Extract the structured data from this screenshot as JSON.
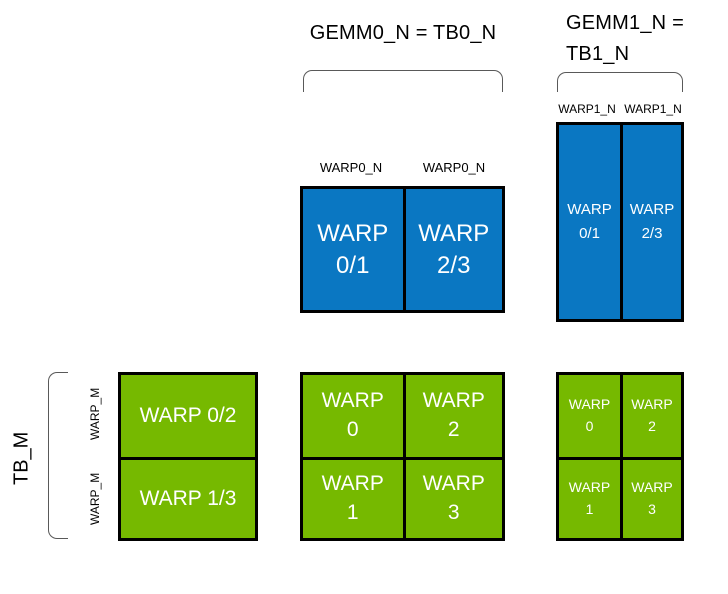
{
  "colors": {
    "blue": "#0A77C2",
    "green": "#76B900",
    "border": "#000000",
    "bracket": "#595959"
  },
  "titles": {
    "gemm0": "GEMM0_N = TB0_N",
    "gemm1": "GEMM1_N =\nTB1_N"
  },
  "axis_labels": {
    "tb_m": "TB_M",
    "warp_m_row0": "WARP_M",
    "warp_m_row1": "WARP_M",
    "warp0_n_col0": "WARP0_N",
    "warp0_n_col1": "WARP0_N",
    "warp1_n_col0": "WARP1_N",
    "warp1_n_col1": "WARP1_N"
  },
  "blocks": {
    "gemm0_accum_blue": {
      "cells": [
        "WARP\n0/1",
        "WARP\n2/3"
      ]
    },
    "gemm1_accum_blue": {
      "cells": [
        "WARP\n0/1",
        "WARP\n2/3"
      ]
    },
    "tb_left_green": {
      "cells": [
        "WARP 0/2",
        "WARP 1/3"
      ]
    },
    "gemm0_out_green": {
      "cells": [
        "WARP\n0",
        "WARP\n2",
        "WARP\n1",
        "WARP\n3"
      ]
    },
    "gemm1_out_green": {
      "cells": [
        "WARP\n0",
        "WARP\n2",
        "WARP\n1",
        "WARP\n3"
      ]
    }
  }
}
